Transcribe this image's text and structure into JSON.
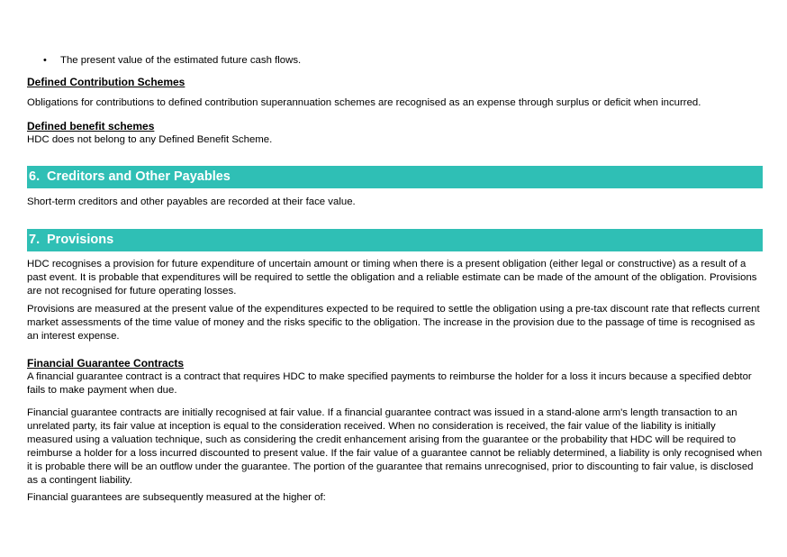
{
  "bullet": {
    "text": "The present value of the estimated future cash flows."
  },
  "defined_contribution": {
    "heading": "Defined Contribution Schemes",
    "text": "Obligations for contributions to defined contribution superannuation schemes are recognised as an expense through surplus or deficit when incurred."
  },
  "defined_benefit": {
    "heading": "Defined benefit schemes",
    "text": "HDC does not belong to any Defined Benefit Scheme."
  },
  "section6": {
    "number": "6.",
    "title": "Creditors and Other Payables",
    "text": "Short-term creditors and other payables are recorded at their face value."
  },
  "section7": {
    "number": "7.",
    "title": "Provisions",
    "para1": "HDC recognises a provision for future expenditure of uncertain amount or timing when there is a present obligation (either legal or constructive) as a result of a past event. It is probable that expenditures will be required to settle the obligation and a reliable estimate can be made of the amount of the obligation. Provisions are not recognised for future operating losses.",
    "para2": "Provisions are measured at the present value of the expenditures expected to be required to settle the obligation using a pre-tax discount rate that reflects current market assessments of the time value of money and the risks specific to the obligation. The increase in the provision due to the passage of time is recognised as an interest expense."
  },
  "financial_guarantee": {
    "heading": "Financial Guarantee Contracts",
    "para1": "A financial guarantee contract is a contract that requires HDC to make specified payments to reimburse the holder for a loss it incurs because a specified debtor fails to make payment when due.",
    "para2": "Financial guarantee contracts are initially recognised at fair value. If a financial guarantee contract was issued in a stand-alone arm's length transaction to an unrelated party, its fair value at inception is equal to the consideration received. When no consideration is received, the fair value of the liability is initially measured using a valuation technique, such as considering the credit enhancement arising from the guarantee or the probability that HDC will be required to reimburse a holder for a loss incurred discounted to present value. If the fair value of a guarantee cannot be reliably determined, a liability is only recognised when it is probable there will be an outflow under the guarantee. The portion of the guarantee that remains unrecognised, prior to discounting to fair value, is disclosed as a contingent liability.",
    "para3": "Financial guarantees are subsequently measured at the higher of:"
  },
  "colors": {
    "section_bar": "#2fbfb5",
    "section_text": "#ffffff"
  }
}
